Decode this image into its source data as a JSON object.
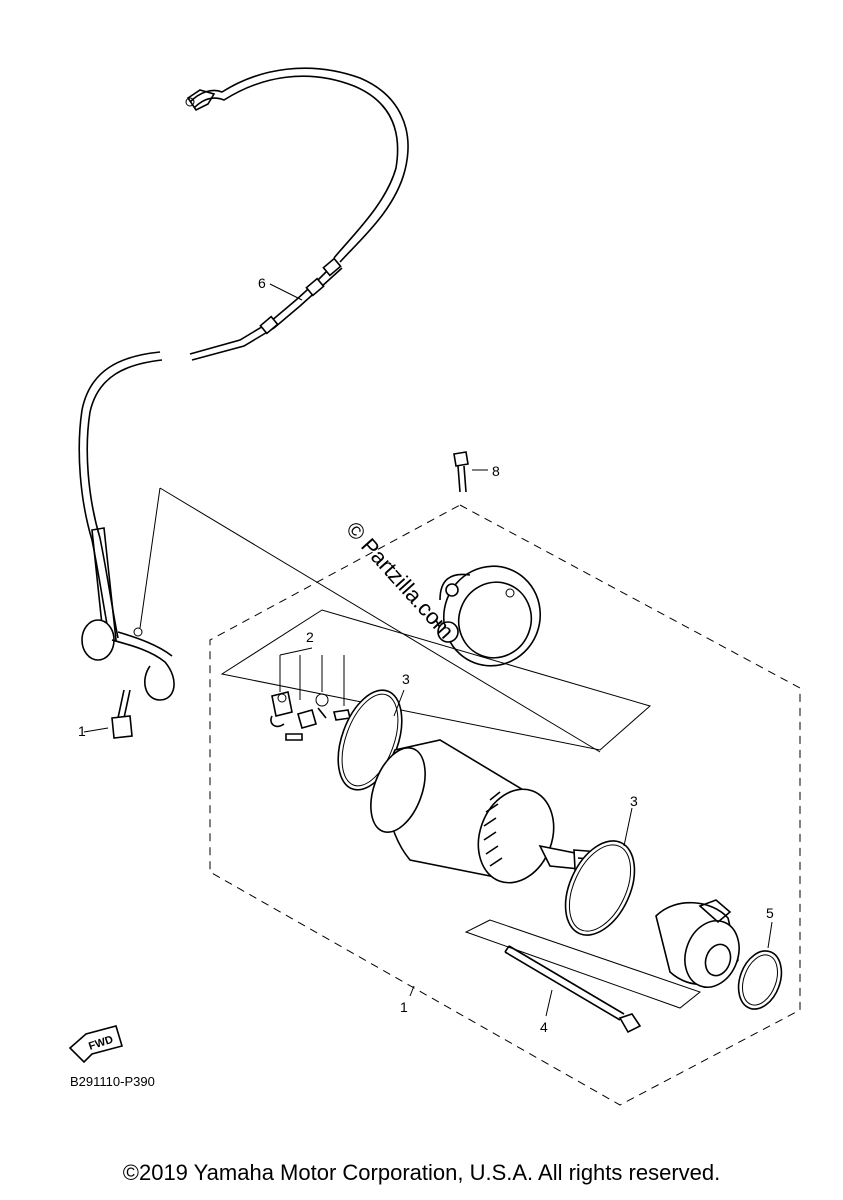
{
  "callouts": {
    "c1_left": "1",
    "c1_bottom": "1",
    "c2": "2",
    "c3_top": "3",
    "c3_right": "3",
    "c4": "4",
    "c5": "5",
    "c6": "6",
    "c8": "8"
  },
  "watermark": "© Partzilla.com",
  "fwd_label": "FWD",
  "diagram_code": "B291110-P390",
  "copyright": "©2019 Yamaha Motor Corporation, U.S.A. All rights reserved."
}
